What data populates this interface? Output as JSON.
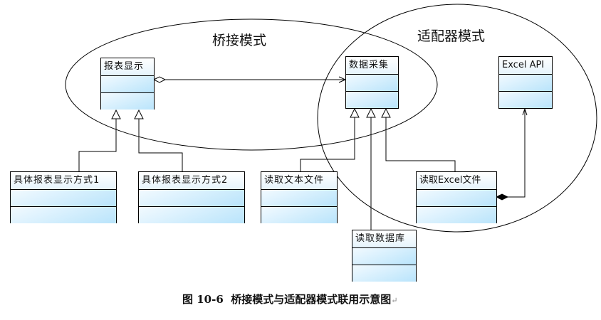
{
  "groups": {
    "bridge": {
      "label": "桥接模式"
    },
    "adapter": {
      "label": "适配器模式"
    }
  },
  "classes": {
    "report_display": {
      "name": "报表显示"
    },
    "data_collection": {
      "name": "数据采集"
    },
    "excel_api": {
      "name": "Excel API"
    },
    "report_impl_1": {
      "name": "具体报表显示方式1"
    },
    "report_impl_2": {
      "name": "具体报表显示方式2"
    },
    "read_text_file": {
      "name": "读取文本文件"
    },
    "read_excel_file": {
      "name": "读取Excel文件"
    },
    "read_database": {
      "name": "读取数据库"
    }
  },
  "relations": [
    {
      "type": "aggregation",
      "from": "报表显示",
      "to": "数据采集"
    },
    {
      "type": "generalization",
      "from": "具体报表显示方式1",
      "to": "报表显示"
    },
    {
      "type": "generalization",
      "from": "具体报表显示方式2",
      "to": "报表显示"
    },
    {
      "type": "generalization",
      "from": "读取文本文件",
      "to": "数据采集"
    },
    {
      "type": "generalization",
      "from": "读取数据库",
      "to": "数据采集"
    },
    {
      "type": "generalization",
      "from": "读取Excel文件",
      "to": "数据采集"
    },
    {
      "type": "composition",
      "from": "读取Excel文件",
      "to": "Excel API"
    }
  ],
  "caption": {
    "text": "图 10-6  桥接模式与适配器模式联用示意图",
    "return_mark": "↵"
  },
  "colors": {
    "class_fill_light": "#f2faff",
    "class_fill_dark": "#b9e4fb",
    "line": "#000000"
  }
}
